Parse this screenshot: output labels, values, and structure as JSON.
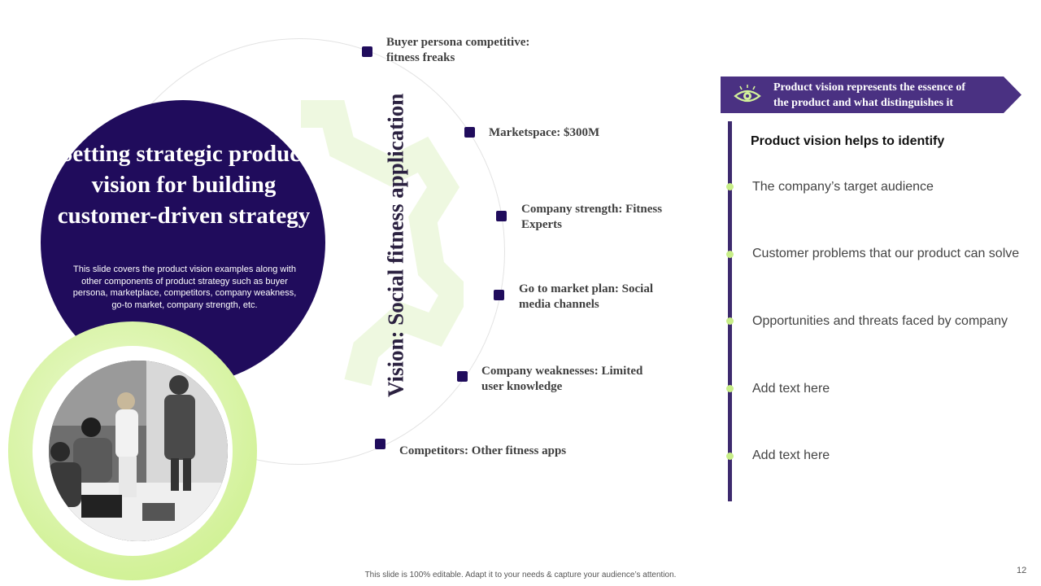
{
  "title": "Setting strategic product vision for building customer-driven strategy",
  "description": "This slide covers the product vision examples along with other components of product strategy such as buyer persona, marketplace, competitors, company weakness, go-to market, company strength, etc.",
  "vision": "Vision: Social fitness application",
  "points": [
    {
      "line1": "Buyer persona competitive:",
      "line2": "fitness freaks"
    },
    {
      "line1": "Marketspace: $300M",
      "line2": ""
    },
    {
      "line1": "Company strength: Fitness",
      "line2": "Experts"
    },
    {
      "line1": "Go to market plan: Social",
      "line2": "media channels"
    },
    {
      "line1": "Company weaknesses: Limited",
      "line2": "user knowledge"
    },
    {
      "line1": "Competitors: Other fitness apps",
      "line2": ""
    }
  ],
  "banner": {
    "line1": "Product vision represents the essence of",
    "line2": "the product and what distinguishes it",
    "icon": "eye-icon"
  },
  "identify": {
    "heading": "Product vision helps to identify",
    "items": [
      "The company’s target audience",
      "Customer problems that our product can solve",
      "Opportunities and threats faced by company",
      "Add text here",
      "Add text here"
    ]
  },
  "footer": "This slide is 100% editable. Adapt it to your needs & capture your audience’s attention.",
  "page_number": "12",
  "colors": {
    "primary": "#200c5c",
    "accent": "#c8ee88",
    "banner": "#4a3182"
  }
}
